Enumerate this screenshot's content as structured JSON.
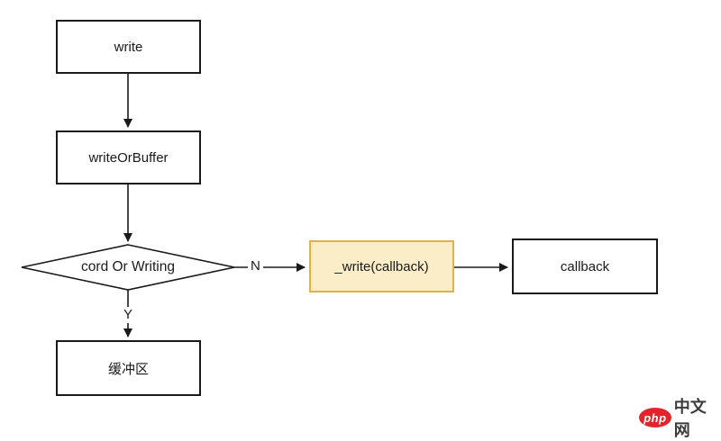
{
  "diagram": {
    "nodes": {
      "write": {
        "label": "write"
      },
      "write_or_buffer": {
        "label": "writeOrBuffer"
      },
      "decision": {
        "label": "cord Or Writing"
      },
      "buffer": {
        "label": "缓冲区"
      },
      "write_callback": {
        "label": "_write(callback)"
      },
      "callback": {
        "label": "callback"
      }
    },
    "edge_labels": {
      "no": "N",
      "yes": "Y"
    },
    "colors": {
      "line_color": "#1a1a1a",
      "node_border": "#1a1a1a",
      "highlight_fill": "#FBEDC7",
      "highlight_border": "#E3B23C",
      "logo_red": "#E3242B"
    }
  },
  "watermark": {
    "logo": "php",
    "site": "中文网"
  }
}
